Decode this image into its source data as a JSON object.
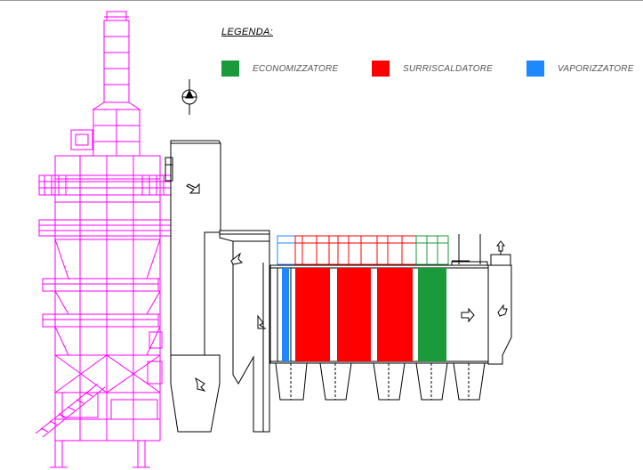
{
  "legend": {
    "title": "LEGENDA:",
    "items": [
      {
        "label": "ECONOMIZZATORE",
        "color": "#1a9a3a"
      },
      {
        "label": "SURRISCALDATORE",
        "color": "#ff0000"
      },
      {
        "label": "VAPORIZZATORE",
        "color": "#1e88ff"
      }
    ]
  },
  "colors": {
    "structure": "#ff00ff",
    "outline": "#000000",
    "economizer": "#1a9a3a",
    "superheater": "#ff0000",
    "evaporator": "#1e88ff"
  }
}
